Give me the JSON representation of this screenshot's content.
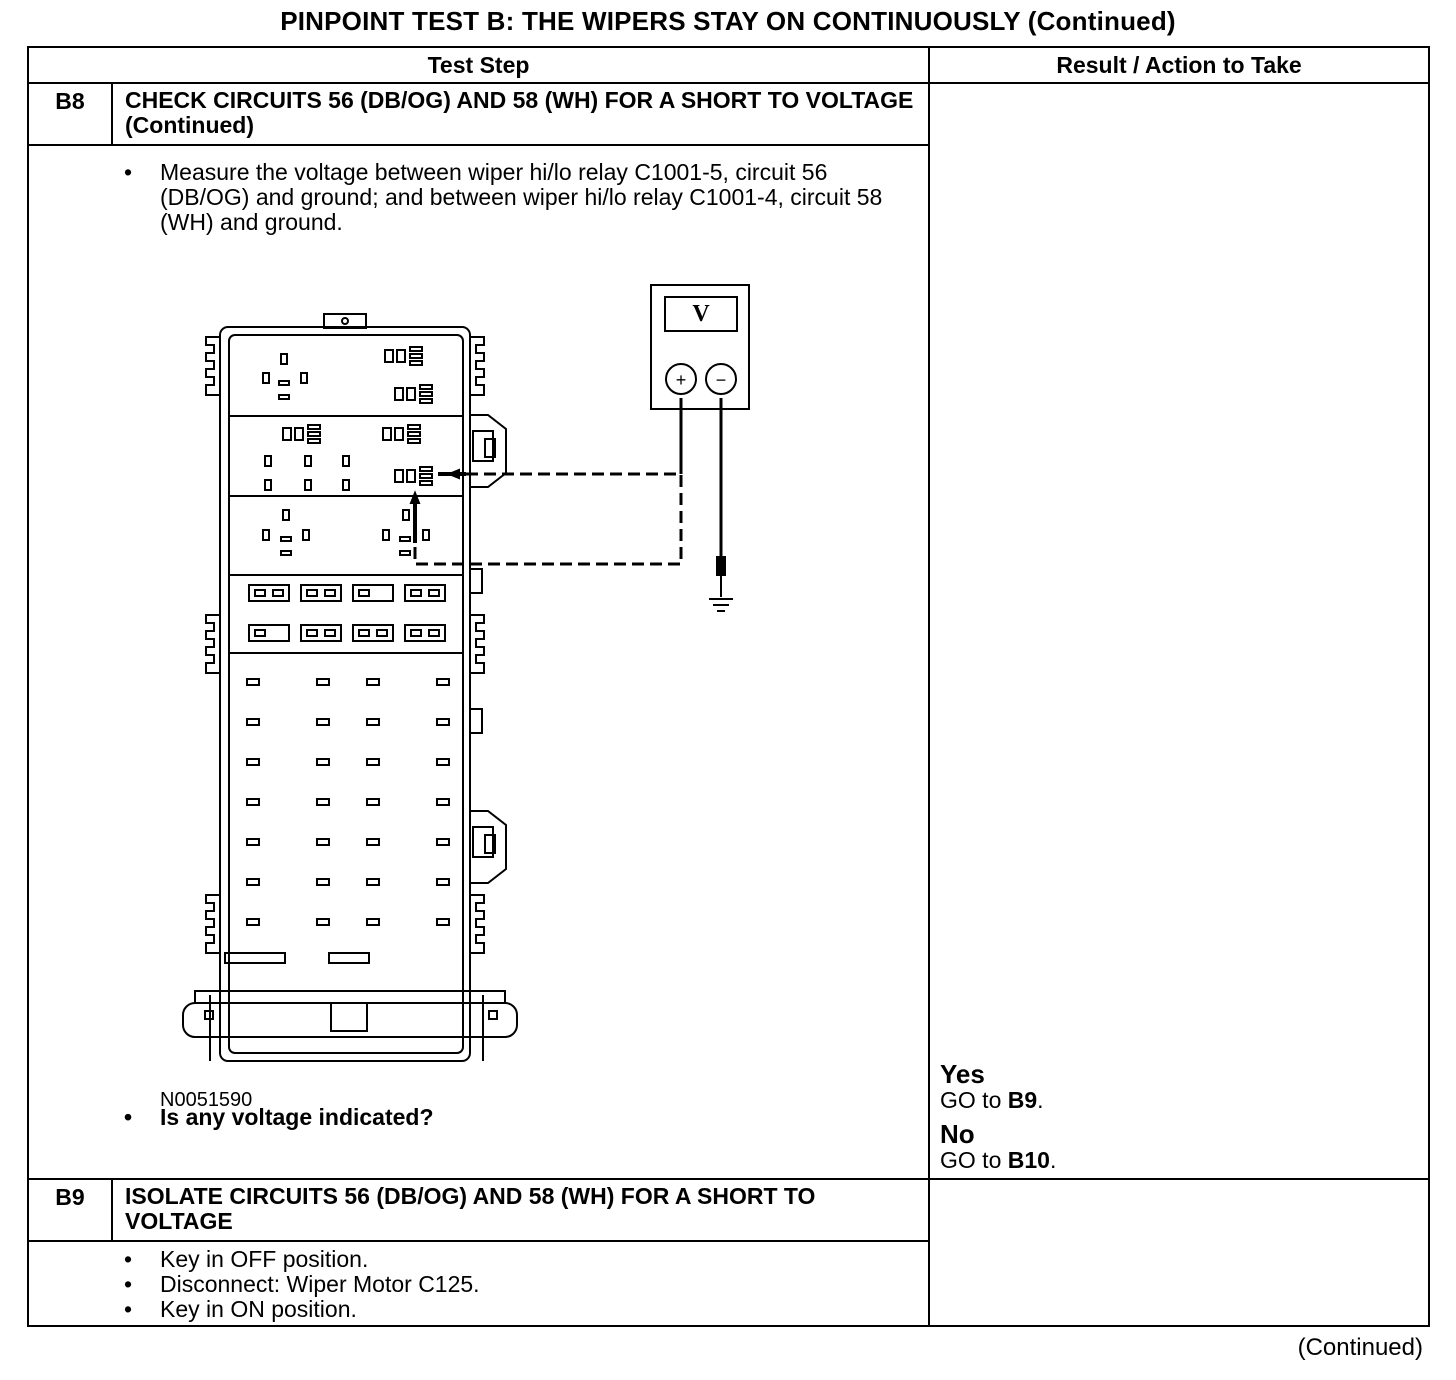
{
  "title": "PINPOINT TEST B: THE WIPERS STAY ON CONTINUOUSLY (Continued)",
  "headers": {
    "test_step": "Test Step",
    "result": "Result / Action to Take"
  },
  "steps": [
    {
      "id": "B8",
      "title": "CHECK CIRCUITS 56 (DB/OG) AND 58 (WH) FOR A SHORT TO VOLTAGE (Continued)",
      "bullets": [
        "Measure the voltage between wiper hi/lo relay C1001-5, circuit 56 (DB/OG) and ground; and between wiper hi/lo relay C1001-4, circuit 58 (WH) and ground."
      ],
      "figure_id": "N0051590",
      "question": "Is any voltage indicated?",
      "results": [
        {
          "label": "Yes",
          "prefix": "GO to ",
          "target": "B9",
          "suffix": "."
        },
        {
          "label": "No",
          "prefix": "GO to ",
          "target": "B10",
          "suffix": "."
        }
      ]
    },
    {
      "id": "B9",
      "title": "ISOLATE CIRCUITS 56 (DB/OG) AND 58 (WH) FOR A SHORT TO VOLTAGE",
      "bullets": [
        "Key in OFF position.",
        "Disconnect: Wiper Motor C125.",
        "Key in ON position."
      ]
    }
  ],
  "meter": {
    "symbol": "V",
    "plus": "+",
    "minus": "−"
  },
  "footer": "(Continued)"
}
